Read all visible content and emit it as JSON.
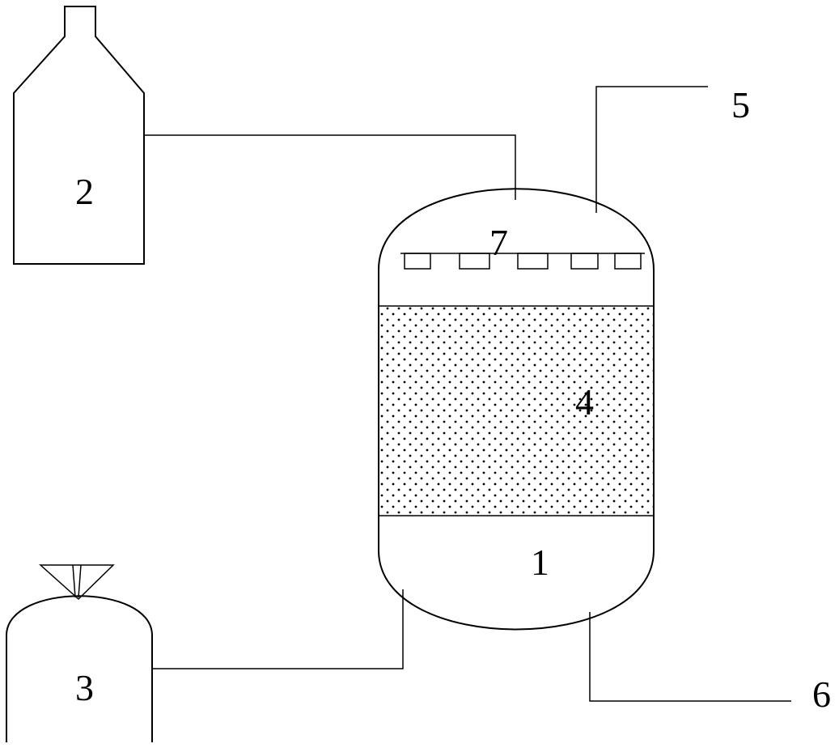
{
  "labels": {
    "reactor": "1",
    "bottle": "2",
    "tank": "3",
    "packing": "4",
    "outlet_top": "5",
    "outlet_bottom": "6",
    "distributor": "7"
  },
  "colors": {
    "line": "#000000",
    "background": "#ffffff"
  }
}
